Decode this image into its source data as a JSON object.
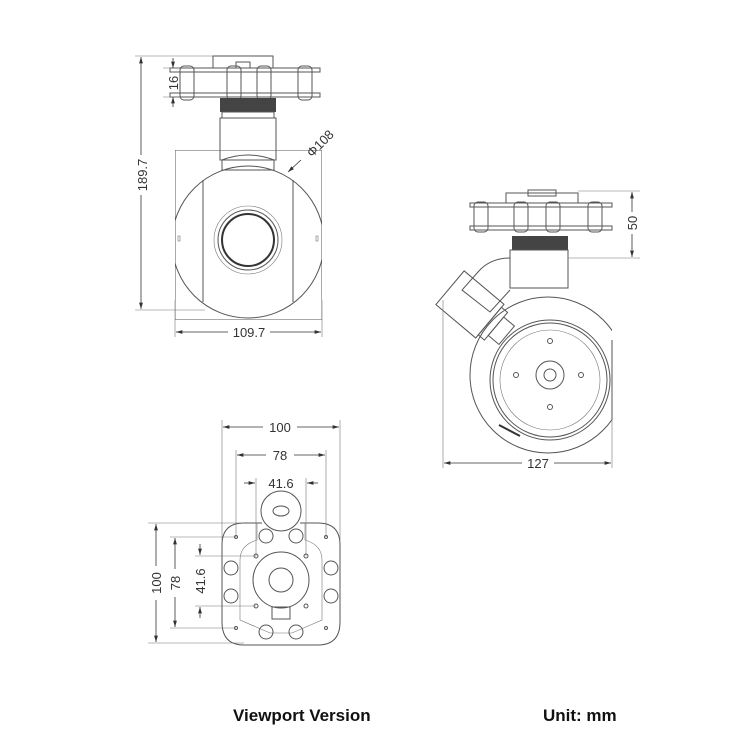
{
  "front_view": {
    "dim_plate": "16",
    "dim_height": "189.7",
    "dim_ball": "Φ108",
    "dim_width": "109.7"
  },
  "side_view": {
    "dim_top": "50",
    "dim_width": "127"
  },
  "bottom_view": {
    "dim_h_outer": "100",
    "dim_h_mid": "78",
    "dim_h_inner": "41.6",
    "dim_v_outer": "100",
    "dim_v_mid": "78",
    "dim_v_inner": "41.6"
  },
  "captions": {
    "version": "Viewport Version",
    "unit": "Unit: mm"
  }
}
